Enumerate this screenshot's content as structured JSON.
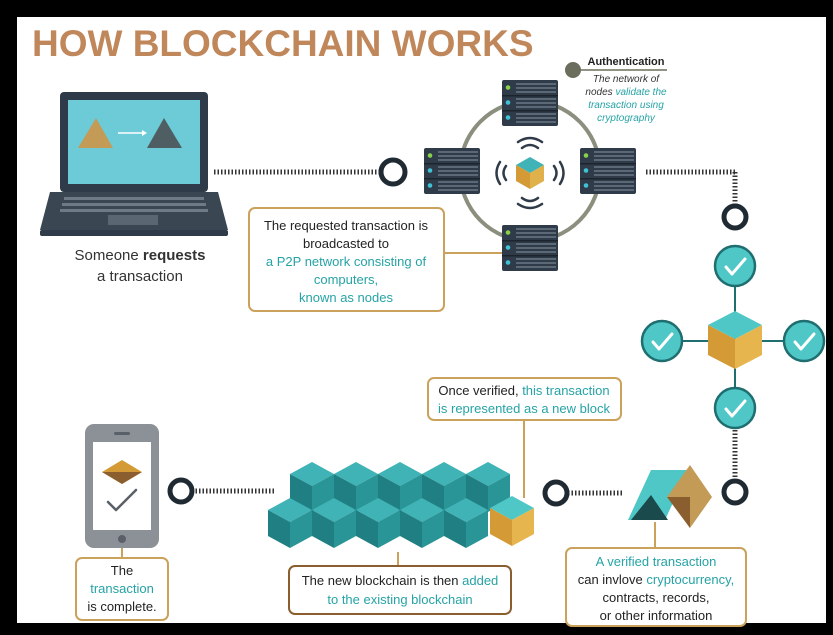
{
  "title": "HOW BLOCKCHAIN WORKS",
  "colors": {
    "background": "#ffffff",
    "frame": "#000000",
    "title": "#c0875a",
    "accent_teal": "#26a3a6",
    "dark_teal": "#1f6e70",
    "gold": "#c9a04d",
    "box_border": "#caa25c",
    "server": "#2f3b48",
    "check_circle": "#4fc7c7"
  },
  "authentication": {
    "heading": "Authentication",
    "line1": "The network of",
    "line2_a": "nodes ",
    "line2_b": "validate the",
    "line3": "transaction using",
    "line4": "cryptography"
  },
  "step1": {
    "caption_prefix": "Someone ",
    "caption_bold": "requests",
    "caption_line2": "a transaction"
  },
  "step2": {
    "line1": "The requested transaction is",
    "line2": "broadcasted to",
    "line3": "a P2P network consisting of",
    "line4": "computers,",
    "line5": "known as nodes"
  },
  "step3": {
    "line1_a": "Once verified, ",
    "line1_b": "this transaction",
    "line2": "is represented as a new block"
  },
  "step4": {
    "line1": "A verified transaction",
    "line2_a": "can invlove ",
    "line2_b": "cryptocurrency,",
    "line3": "contracts, records,",
    "line4": "or other information"
  },
  "step5": {
    "line1_a": "The new blockchain is then ",
    "line1_b": "added",
    "line2": "to the existing blockchain"
  },
  "step6": {
    "line1": "The",
    "line2": "transaction",
    "line3": "is complete."
  },
  "icons": [
    "laptop-icon",
    "server-icon",
    "block-cube-icon",
    "signal-waves-icon",
    "check-circle-icon",
    "smartphone-icon",
    "blockchain-blocks-icon"
  ]
}
